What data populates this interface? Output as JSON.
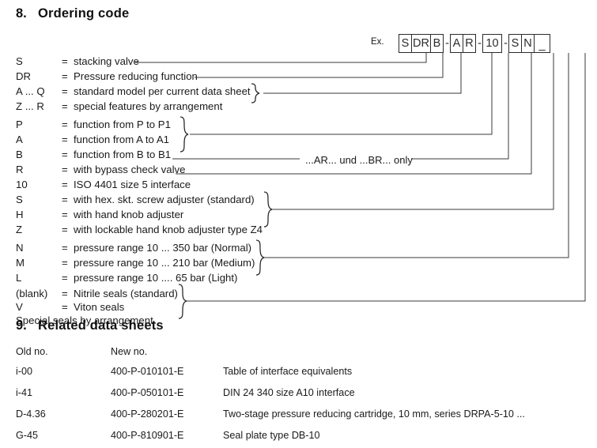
{
  "sections": {
    "ordering": {
      "number": "8.",
      "title": "Ordering code"
    },
    "related": {
      "number": "9.",
      "title": "Related data sheets"
    }
  },
  "ordering_code": {
    "example_label": "Ex.",
    "boxes": [
      {
        "text": "S",
        "width": "narrow"
      },
      {
        "text": "DR",
        "width": "wide"
      },
      {
        "text": "B",
        "width": "narrow"
      },
      {
        "text": "A",
        "width": "narrow"
      },
      {
        "text": "R",
        "width": "narrow"
      },
      {
        "text": "10",
        "width": "wide"
      },
      {
        "text": "S",
        "width": "narrow"
      },
      {
        "text": "N",
        "width": "narrow"
      },
      {
        "text": "_",
        "width": "blank"
      }
    ],
    "separators": [
      "-",
      "-",
      "-"
    ],
    "note": "...AR...  und  ...BR... only",
    "legend": [
      {
        "key": "S",
        "eq": "=",
        "text": "stacking valve"
      },
      {
        "key": "DR",
        "eq": "=",
        "text": "Pressure reducing function"
      },
      {
        "key": "A ... Q",
        "eq": "=",
        "text": "standard model per current data sheet"
      },
      {
        "key": "Z ... R",
        "eq": "=",
        "text": "special features by arrangement"
      },
      {
        "key": "P",
        "eq": "=",
        "text": "function from P to P1"
      },
      {
        "key": "A",
        "eq": "=",
        "text": "function from A to A1"
      },
      {
        "key": "B",
        "eq": "=",
        "text": "function from B to B1"
      },
      {
        "key": "R",
        "eq": "=",
        "text": "with bypass check valve"
      },
      {
        "key": "10",
        "eq": "=",
        "text": "ISO 4401 size 5 interface"
      },
      {
        "key": "S",
        "eq": "=",
        "text": "with hex. skt. screw adjuster (standard)"
      },
      {
        "key": "H",
        "eq": "=",
        "text": "with hand knob adjuster"
      },
      {
        "key": "Z",
        "eq": "=",
        "text": "with lockable hand knob adjuster type Z4"
      },
      {
        "key": "N",
        "eq": "=",
        "text": "pressure range 10 ... 350 bar (Normal)"
      },
      {
        "key": "M",
        "eq": "=",
        "text": "pressure range 10 ... 210 bar (Medium)"
      },
      {
        "key": "L",
        "eq": "=",
        "text": "pressure range 10 ....  65 bar (Light)"
      },
      {
        "key": "(blank)",
        "eq": "=",
        "text": "Nitrile seals (standard)"
      },
      {
        "key": "V",
        "eq": "=",
        "text": "Viton seals"
      },
      {
        "key": "",
        "eq": "",
        "text": "Special seals by arrangement"
      }
    ]
  },
  "related_data_sheets": {
    "columns": [
      "Old no.",
      "New no.",
      ""
    ],
    "rows": [
      {
        "old": "i-00",
        "new": "400-P-010101-E",
        "desc": "Table of interface equivalents"
      },
      {
        "old": "i-41",
        "new": "400-P-050101-E",
        "desc": "DIN 24 340 size A10 interface"
      },
      {
        "old": "D-4.36",
        "new": "400-P-280201-E",
        "desc": "Two-stage pressure reducing cartridge, 10 mm, series DRPA-5-10 ..."
      },
      {
        "old": "G-45",
        "new": "400-P-810901-E",
        "desc": "Seal plate type DB-10"
      }
    ]
  },
  "colors": {
    "text": "#1a1a1a",
    "rule": "#3a3a3a",
    "box_border": "#2b2b2b",
    "background": "#ffffff"
  }
}
